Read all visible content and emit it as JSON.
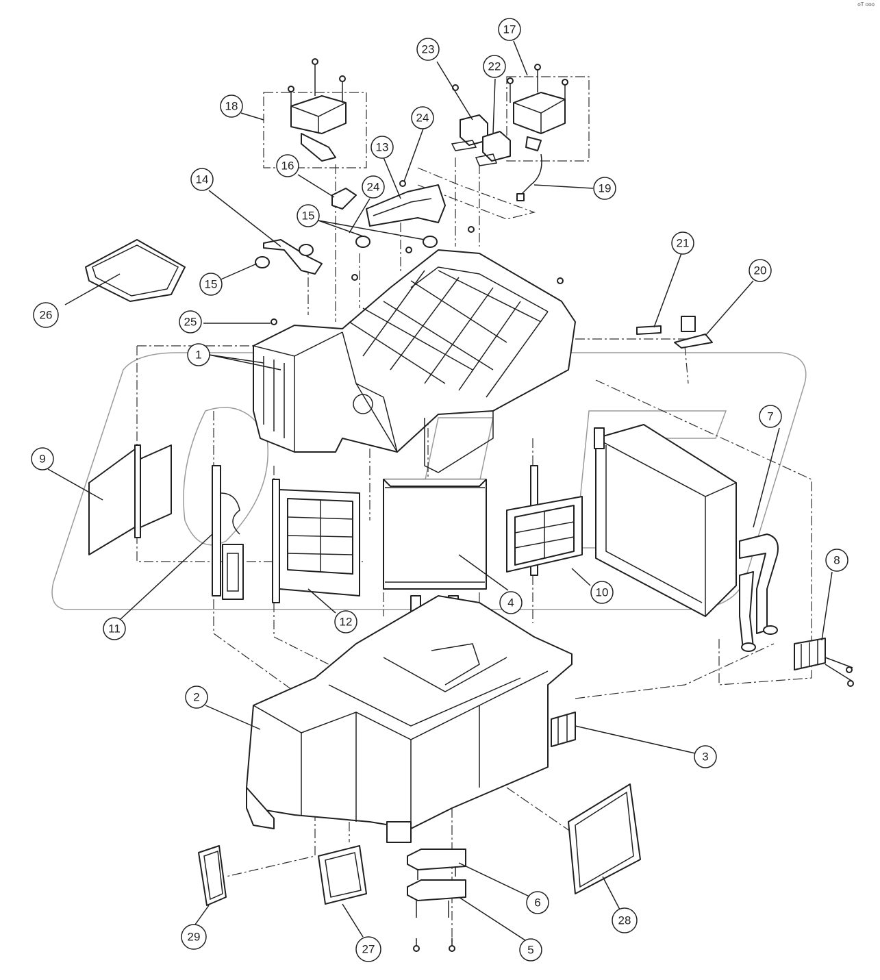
{
  "corner_code": "oT ooo",
  "callouts": {
    "c1": "1",
    "c2": "2",
    "c3": "3",
    "c4": "4",
    "c5": "5",
    "c6": "6",
    "c7": "7",
    "c8": "8",
    "c9": "9",
    "c10": "10",
    "c11": "11",
    "c12": "12",
    "c13": "13",
    "c14": "14",
    "c15a": "15",
    "c15b": "15",
    "c16": "16",
    "c17": "17",
    "c18": "18",
    "c19": "19",
    "c20": "20",
    "c21": "21",
    "c22": "22",
    "c23": "23",
    "c24a": "24",
    "c24b": "24",
    "c25": "25",
    "c26": "26",
    "c27": "27",
    "c28": "28",
    "c29": "29"
  },
  "colors": {
    "line": "#202020",
    "watermark": "#9a9a9a",
    "background": "#ffffff"
  }
}
